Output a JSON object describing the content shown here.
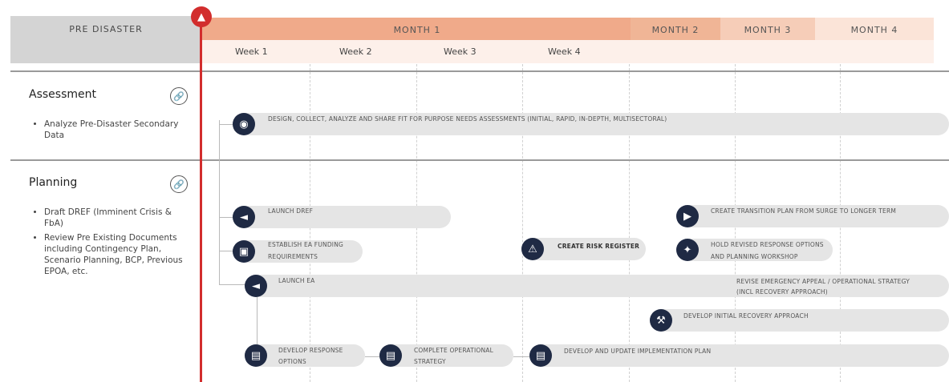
{
  "header": {
    "pre_disaster": "PRE DISASTER",
    "months": [
      "MONTH 1",
      "MONTH 2",
      "MONTH 3",
      "MONTH 4"
    ],
    "weeks": [
      "Week 1",
      "Week 2",
      "Week 3",
      "Week 4"
    ]
  },
  "rows": {
    "assessment": {
      "title": "Assessment",
      "bullets": [
        "Analyze Pre-Disaster Secondary Data"
      ]
    },
    "planning": {
      "title": "Planning",
      "bullets": [
        "Draft DREF (Imminent Crisis & FbA)",
        "Review Pre Existing Documents including Contingency Plan, Scenario Planning, BCP, Previous EPOA, etc."
      ]
    }
  },
  "activities": {
    "needs_assessment": "DESIGN, COLLECT, ANALYZE AND SHARE FIT FOR PURPOSE NEEDS ASSESSMENTS (INITIAL, RAPID, IN-DEPTH, MULTISECTORAL)",
    "launch_dref": "LAUNCH DREF",
    "transition_plan": "CREATE TRANSITION PLAN FROM SURGE TO LONGER TERM",
    "ea_funding_1": "ESTABLISH EA FUNDING",
    "ea_funding_2": "REQUIREMENTS",
    "risk_register": "CREATE RISK REGISTER",
    "hold_revised_1": "HOLD REVISED RESPONSE OPTIONS",
    "hold_revised_2": "AND PLANNING WORKSHOP",
    "launch_ea": "LAUNCH EA",
    "revise_appeal_1": "REVISE EMERGENCY APPEAL / OPERATIONAL STRATEGY",
    "revise_appeal_2": "(INCL RECOVERY APPROACH)",
    "recovery_approach": "DEVELOP INITIAL RECOVERY APPROACH",
    "response_options_1": "DEVELOP RESPONSE",
    "response_options_2": "OPTIONS",
    "op_strategy_1": "COMPLETE OPERATIONAL",
    "op_strategy_2": "STRATEGY",
    "implementation_plan": "DEVELOP AND UPDATE IMPLEMENTATION PLAN"
  },
  "icons": {
    "start": "flame-icon",
    "assessment": "binoculars-icon",
    "megaphone": "megaphone-icon",
    "money": "money-icon",
    "warning": "warning-icon",
    "play": "play-icon",
    "workshop": "workshop-icon",
    "hammer": "hammer-icon",
    "document": "document-icon",
    "link": "link-icon"
  },
  "colors": {
    "red_line": "#d22d2d",
    "icon_bg": "#1f2a44",
    "month1": "#f0aa8a",
    "month4": "#fbe4d8",
    "pre_disaster": "#d4d4d4"
  }
}
